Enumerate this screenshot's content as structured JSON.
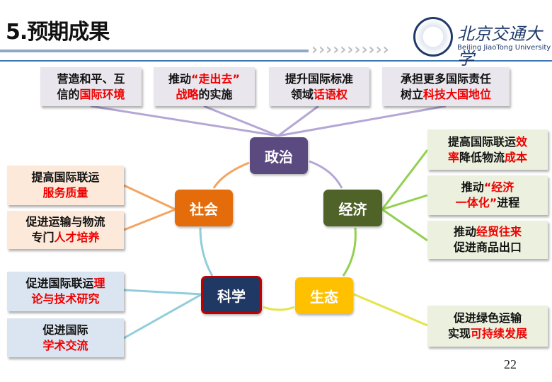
{
  "header": {
    "title": "5.预期成果",
    "logo_name": "北京交通大学",
    "logo_sub": "BeiJing JiaoTong University",
    "chevrons": "›››››››››››"
  },
  "nodes": {
    "politics": "政治",
    "society": "社会",
    "economy": "经济",
    "science": "科学",
    "ecology": "生态"
  },
  "top_boxes": [
    {
      "lines": [
        [
          {
            "t": "营造和平、互",
            "r": false
          }
        ],
        [
          {
            "t": "信的",
            "r": false
          },
          {
            "t": "国际环境",
            "r": true
          }
        ]
      ]
    },
    {
      "lines": [
        [
          {
            "t": "推动",
            "r": false
          },
          {
            "t": "“走出去”",
            "r": true
          }
        ],
        [
          {
            "t": "战略",
            "r": true
          },
          {
            "t": "的实施",
            "r": false
          }
        ]
      ]
    },
    {
      "lines": [
        [
          {
            "t": "提升国际标准",
            "r": false
          }
        ],
        [
          {
            "t": "领域",
            "r": false
          },
          {
            "t": "话语权",
            "r": true
          }
        ]
      ]
    },
    {
      "lines": [
        [
          {
            "t": "承担更多国际责任",
            "r": false
          }
        ],
        [
          {
            "t": "树立",
            "r": false
          },
          {
            "t": "科技大国地位",
            "r": true
          }
        ]
      ]
    }
  ],
  "left_boxes": [
    {
      "lines": [
        [
          {
            "t": "提高国际联运",
            "r": false
          }
        ],
        [
          {
            "t": "服务质量",
            "r": true
          }
        ]
      ]
    },
    {
      "lines": [
        [
          {
            "t": "促进运输与物流",
            "r": false
          }
        ],
        [
          {
            "t": "专门",
            "r": false
          },
          {
            "t": "人才培养",
            "r": true
          }
        ]
      ]
    },
    {
      "lines": [
        [
          {
            "t": "促进国际联运",
            "r": false
          },
          {
            "t": "理",
            "r": true
          }
        ],
        [
          {
            "t": "论与技术研究",
            "r": true
          }
        ]
      ]
    },
    {
      "lines": [
        [
          {
            "t": "促进国际",
            "r": false
          }
        ],
        [
          {
            "t": "学术交流",
            "r": true
          }
        ]
      ]
    }
  ],
  "right_boxes": [
    {
      "lines": [
        [
          {
            "t": "提高国际联运",
            "r": false
          },
          {
            "t": "效",
            "r": true
          }
        ],
        [
          {
            "t": "率",
            "r": true
          },
          {
            "t": "降低物流",
            "r": false
          },
          {
            "t": "成本",
            "r": true
          }
        ]
      ]
    },
    {
      "lines": [
        [
          {
            "t": "推动",
            "r": false
          },
          {
            "t": "“经济",
            "r": true
          }
        ],
        [
          {
            "t": "一体化”",
            "r": true
          },
          {
            "t": "进程",
            "r": false
          }
        ]
      ]
    },
    {
      "lines": [
        [
          {
            "t": "推动",
            "r": false
          },
          {
            "t": "经贸往来",
            "r": true
          }
        ],
        [
          {
            "t": "促进商品出口",
            "r": false
          }
        ]
      ]
    },
    {
      "lines": [
        [
          {
            "t": "促进绿色运输",
            "r": false
          }
        ],
        [
          {
            "t": "实现",
            "r": false
          },
          {
            "t": "可持续发展",
            "r": true
          }
        ]
      ]
    }
  ],
  "page_number": "22",
  "colors": {
    "politics": "#5b4a80",
    "society": "#e46c0a",
    "economy": "#4f6228",
    "science": "#1f3864",
    "ecology": "#ffc000",
    "accent_red": "#ee0000"
  }
}
